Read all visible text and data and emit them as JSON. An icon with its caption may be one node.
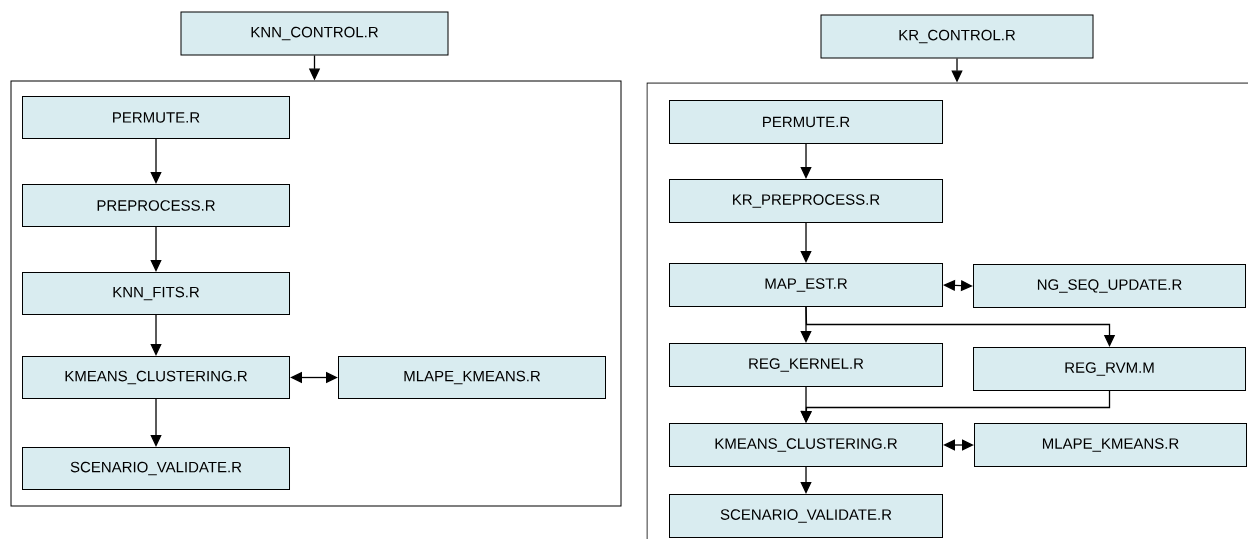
{
  "diagram": {
    "nodes": [
      {
        "text": [
          "KNN_CONTROL.R"
        ]
      },
      {
        "text": [],
        "shape": "box"
      },
      {
        "text": [
          "PERMUTE.R"
        ],
        "in": 1
      },
      {
        "text": [
          "PREPROCESS.R"
        ],
        "in": 1
      },
      {
        "text": [
          "KNN_FITS.R"
        ],
        "in": 1
      },
      {
        "text": [
          "KMEANS_CLUSTERING.R"
        ],
        "in": 1
      },
      {
        "text": [
          "MLAPE_KMEANS.R"
        ],
        "in": 1
      },
      {
        "text": [
          "SCENARIO_VALIDATE.R"
        ],
        "in": 1
      },
      {
        "text": [
          "KR_CONTROL.R"
        ]
      },
      {
        "text": [],
        "shape": "box"
      },
      {
        "text": [
          "PERMUTE.R"
        ],
        "in": 9
      },
      {
        "text": [
          "KR_PREPROCESS.R"
        ],
        "in": 9
      },
      {
        "text": [
          "MAP_EST.R"
        ],
        "in": 9
      },
      {
        "text": [
          "NG_SEQ_UPDATE.R"
        ],
        "in": 9
      },
      {
        "text": [
          "REG_KERNEL.R"
        ],
        "in": 9
      },
      {
        "text": [
          "REG_RVM.M"
        ],
        "in": 9
      },
      {
        "text": [
          "KMEANS_CLUSTERING.R"
        ],
        "in": 9
      },
      {
        "text": [
          "MLAPE_KMEANS.R"
        ],
        "in": 9
      },
      {
        "text": [
          "SCENARIO_VALIDATE.R"
        ],
        "in": 9
      }
    ],
    "edges": [
      {
        "from": 0,
        "to": 1,
        "arrow": "to"
      },
      {
        "from": 2,
        "to": 3,
        "arrow": "to"
      },
      {
        "from": 3,
        "to": 4,
        "arrow": "to"
      },
      {
        "from": 4,
        "to": 5,
        "arrow": "to"
      },
      {
        "from": 5,
        "to": 6,
        "arrow": "both"
      },
      {
        "from": 5,
        "to": 7,
        "arrow": "to"
      },
      {
        "from": 8,
        "to": 9,
        "arrow": "to"
      },
      {
        "from": 10,
        "to": 11,
        "arrow": "to"
      },
      {
        "from": 11,
        "to": 12,
        "arrow": "to"
      },
      {
        "from": 12,
        "to": 13,
        "arrow": "both"
      },
      {
        "from": 12,
        "to": 14,
        "arrow": "to"
      },
      {
        "from": 12,
        "to": 15,
        "arrow": "to"
      },
      {
        "from": 14,
        "to": 16,
        "arrow": "to"
      },
      {
        "from": 15,
        "to": 16,
        "arrow": "to"
      },
      {
        "from": 16,
        "to": 17,
        "arrow": "both"
      },
      {
        "from": 16,
        "to": 18,
        "arrow": "to"
      }
    ]
  }
}
